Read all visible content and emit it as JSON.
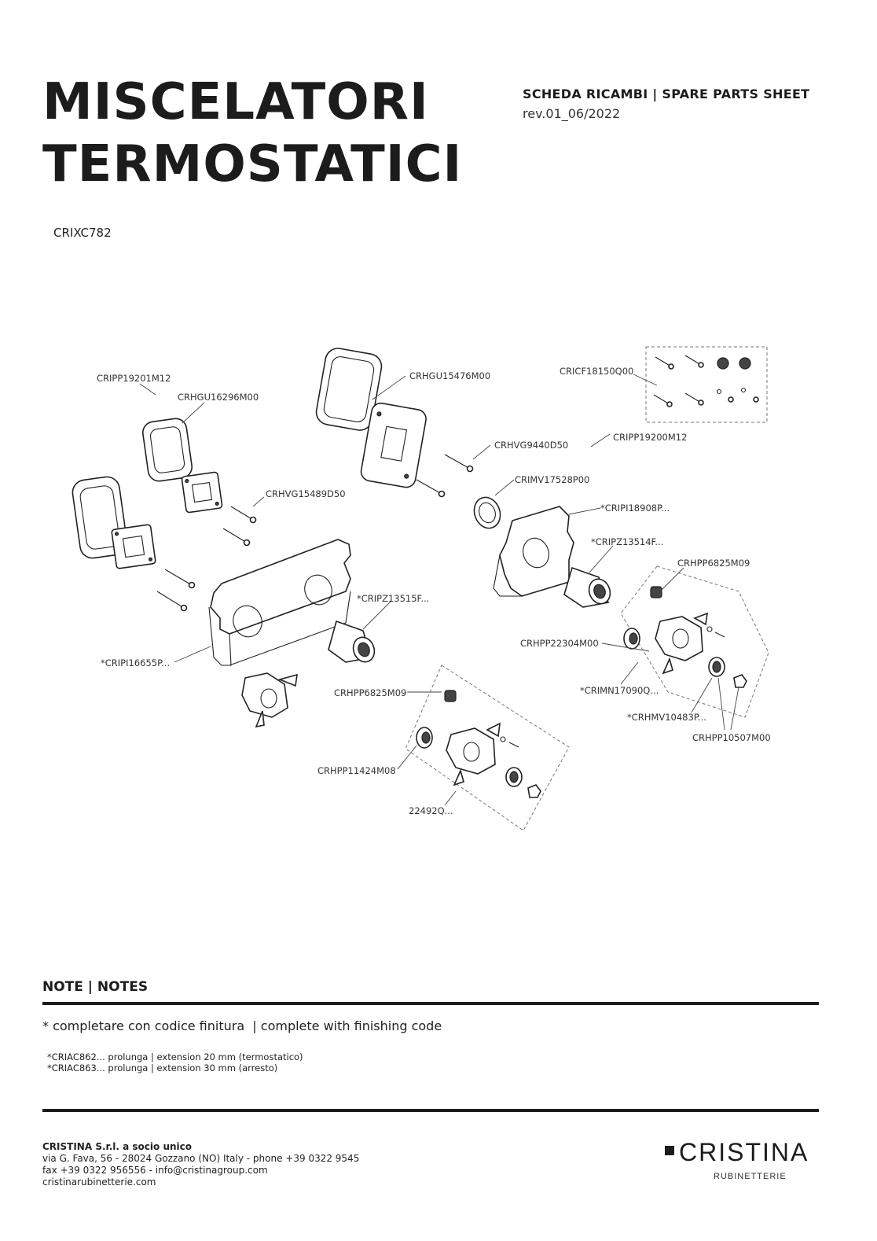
{
  "header": {
    "title_line_1": "MISCELATORI",
    "title_line_2": "TERMOSTATICI",
    "sheet_type": "SCHEDA RICAMBI | SPARE PARTS SHEET",
    "revision": "rev.01_06/2022",
    "product_code": "CRIXC782"
  },
  "diagram": {
    "labels": {
      "cripp19201m12": "CRIPP19201M12",
      "crhgu16296m00": "CRHGU16296M00",
      "crhgu15476m00": "CRHGU15476M00",
      "cricf18150q00": "CRICF18150Q00",
      "crhvg9440d50": "CRHVG9440D50",
      "cripp19200m12": "CRIPP19200M12",
      "crimv17528p00": "CRIMV17528P00",
      "crhvg15489d50": "CRHVG15489D50",
      "cripi18908p": "*CRIPI18908P...",
      "cripz13514f": "*CRIPZ13514F...",
      "crhpp6825m09_a": "CRHPP6825M09",
      "cripz13515f": "*CRIPZ13515F...",
      "crhpp22304m00": "CRHPP22304M00",
      "cripi16655p": "*CRIPI16655P...",
      "crimn17090q": "*CRIMN17090Q...",
      "crhpp6825m09_b": "CRHPP6825M09",
      "crhmv10483p": "*CRHMV10483P...",
      "crhpp10507m00": "CRHPP10507M00",
      "crhpp11424m08": "CRHPP11424M08",
      "code_22492q": "22492Q..."
    }
  },
  "notes": {
    "title": "NOTE | NOTES",
    "main": "* completare con codice finitura  | complete with finishing code",
    "extension_1": "*CRIAC862... prolunga | extension 20 mm (termostatico)",
    "extension_2": "*CRIAC863... prolunga | extension 30 mm (arresto)"
  },
  "footer": {
    "company_name": "CRISTINA S.r.l. a socio unico",
    "address": "via G. Fava, 56 - 28024 Gozzano (NO) Italy - phone +39 0322 9545",
    "fax_email": "fax +39 0322 956556 - info@cristinagroup.com",
    "website": "cristinarubinetterie.com",
    "logo_word": "CRISTINA",
    "logo_sub": "RUBINETTERIE"
  }
}
